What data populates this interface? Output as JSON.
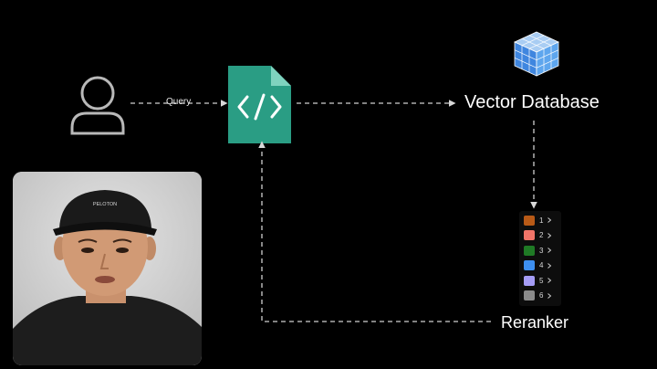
{
  "labels": {
    "query": "Query",
    "vector_database": "Vector Database",
    "reranker": "Reranker"
  },
  "icons": {
    "user": "user-outline-icon",
    "application": "code-file-icon",
    "database": "cube-grid-icon"
  },
  "ranked_results": [
    {
      "rank": "1",
      "color": "#b85a17"
    },
    {
      "rank": "2",
      "color": "#f07468"
    },
    {
      "rank": "3",
      "color": "#1f7a25"
    },
    {
      "rank": "4",
      "color": "#3d8ff0"
    },
    {
      "rank": "5",
      "color": "#a59cf5"
    },
    {
      "rank": "6",
      "color": "#8a8a8a"
    }
  ],
  "presenter": {
    "cap_text": "PELOTON"
  },
  "colors": {
    "background": "#000000",
    "arrow": "#cfcfcf",
    "app_icon": "#2a9d84",
    "app_icon_fold": "#7fd3bf",
    "database_blue": "#4a8ee0"
  }
}
